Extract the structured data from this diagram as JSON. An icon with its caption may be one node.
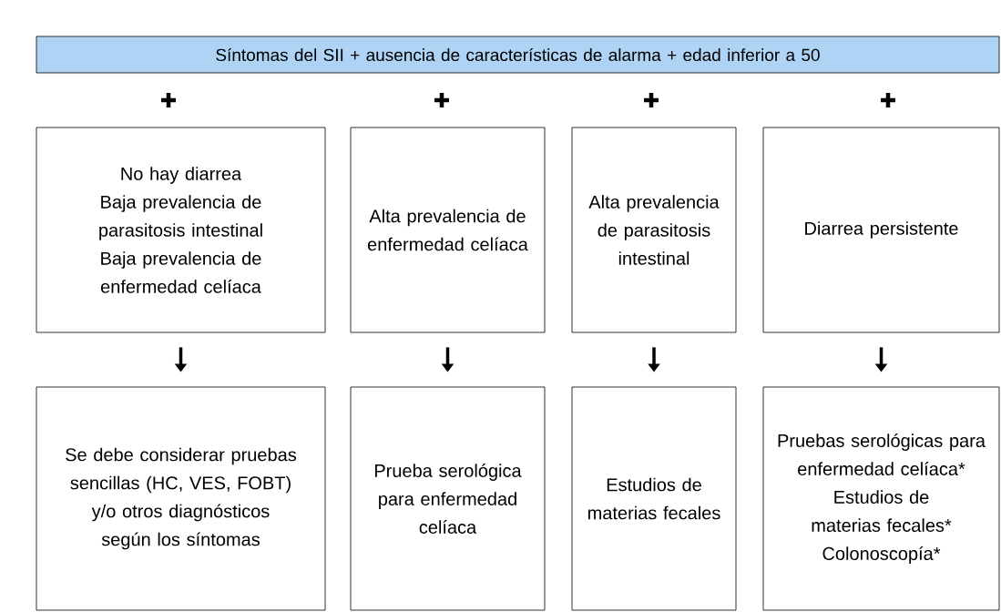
{
  "diagram": {
    "nodes": [
      {
        "text": [
          "Síntomas del SII + ausencia de características de alarma + edad inferior a 50"
        ]
      },
      {
        "text": [
          "No hay diarrea",
          "Baja prevalencia de parasitosis intestinal",
          "Baja prevalencia de enfermedad celíaca"
        ]
      },
      {
        "text": [
          "Alta prevalencia de enfermedad celíaca"
        ]
      },
      {
        "text": [
          "Alta prevalencia de parasitosis intestinal"
        ]
      },
      {
        "text": [
          "Diarrea persistente"
        ]
      },
      {
        "text": [
          "Se debe considerar pruebas sencillas (HC, VES, FOBT) y/o otros diagnósticos según los síntomas"
        ]
      },
      {
        "text": [
          "Prueba serológica para enfermedad celíaca"
        ]
      },
      {
        "text": [
          "Estudios de materias fecales"
        ]
      },
      {
        "text": [
          "Pruebas serológicas para enfermedad celíaca*",
          "Estudios de materias fecales*",
          "Colonoscopía*"
        ]
      }
    ],
    "edges": [
      {
        "from": 1,
        "to": 5,
        "arrow": "to"
      },
      {
        "from": 2,
        "to": 6,
        "arrow": "to"
      },
      {
        "from": 3,
        "to": 7,
        "arrow": "to"
      },
      {
        "from": 4,
        "to": 8,
        "arrow": "to"
      }
    ]
  }
}
